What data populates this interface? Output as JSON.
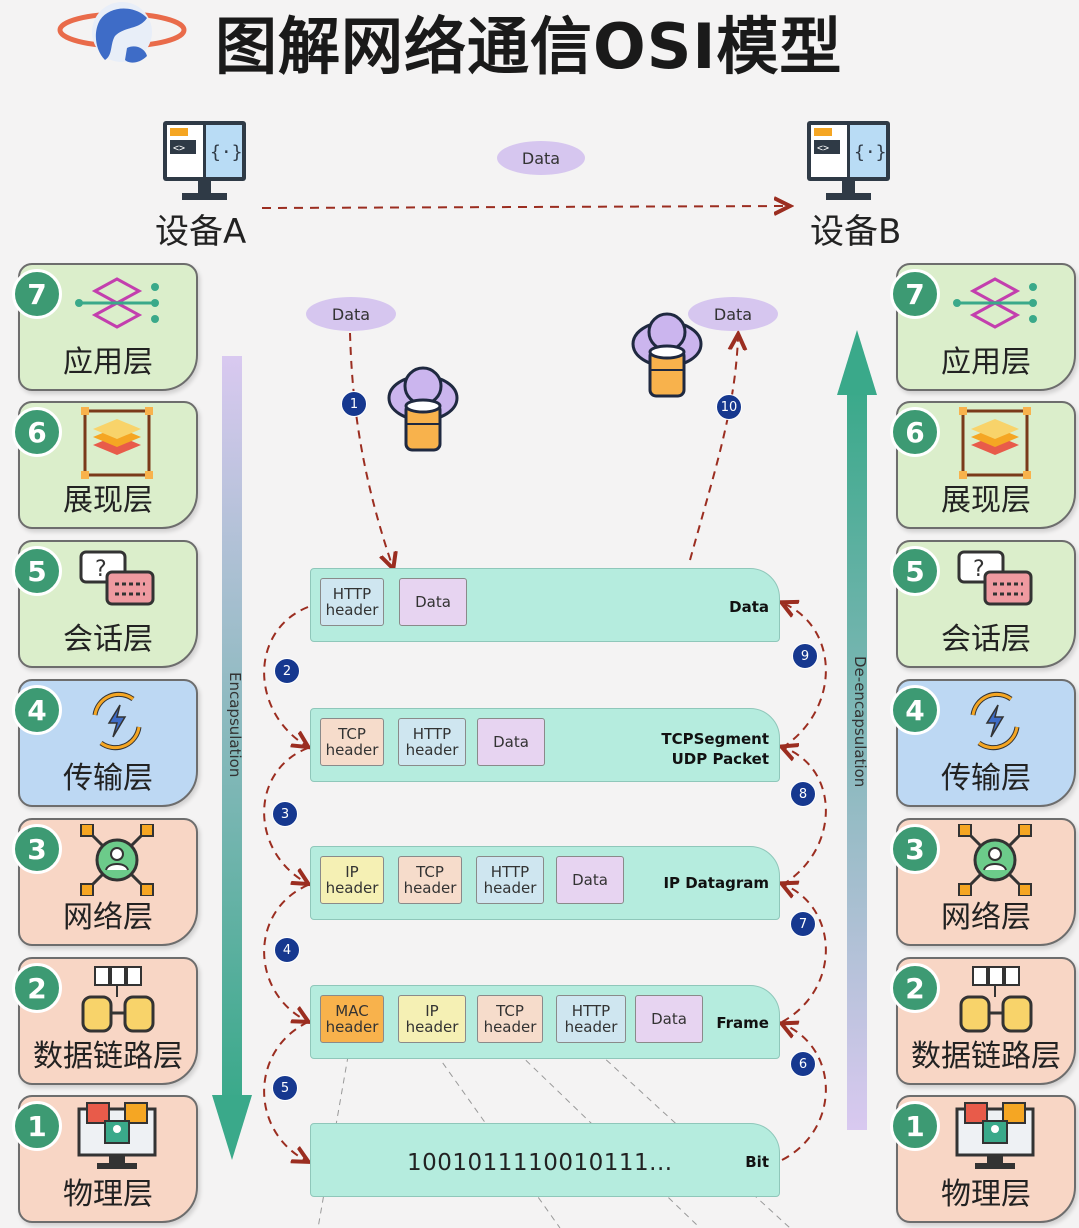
{
  "title": "图解网络通信OSI模型",
  "devices": {
    "a": "设备A",
    "b": "设备B"
  },
  "data_pill": "Data",
  "layers": [
    {
      "num": "7",
      "name": "应用层",
      "icon": "network-nodes-icon"
    },
    {
      "num": "6",
      "name": "展现层",
      "icon": "layers-stack-icon"
    },
    {
      "num": "5",
      "name": "会话层",
      "icon": "chat-bubbles-icon"
    },
    {
      "num": "4",
      "name": "传输层",
      "icon": "transfer-cycle-icon"
    },
    {
      "num": "3",
      "name": "网络层",
      "icon": "user-network-icon"
    },
    {
      "num": "2",
      "name": "数据链路层",
      "icon": "database-link-icon"
    },
    {
      "num": "1",
      "name": "物理层",
      "icon": "monitor-users-icon"
    }
  ],
  "arrows": {
    "left": "Encapsulation",
    "right": "De-encapsulation"
  },
  "steps": [
    "1",
    "2",
    "3",
    "4",
    "5",
    "6",
    "7",
    "8",
    "9",
    "10"
  ],
  "pdus": {
    "data": {
      "name": "Data",
      "boxes": {
        "http": "HTTP header",
        "data": "Data"
      }
    },
    "segment": {
      "name1": "TCPSegment",
      "name2": "UDP Packet",
      "boxes": {
        "tcp": "TCP header",
        "http": "HTTP header",
        "data": "Data"
      }
    },
    "datagram": {
      "name": "IP Datagram",
      "boxes": {
        "ip": "IP header",
        "tcp": "TCP header",
        "http": "HTTP header",
        "data": "Data"
      }
    },
    "frame": {
      "name": "Frame",
      "boxes": {
        "mac": "MAC header",
        "ip": "IP header",
        "tcp": "TCP header",
        "http": "HTTP header",
        "data": "Data"
      }
    },
    "bit": {
      "name": "Bit",
      "bits": "1001011110010111..."
    }
  },
  "colors": {
    "layer_green": "#dbeecb",
    "layer_blue": "#bdd8f3",
    "layer_peach": "#f8d6c5",
    "pdu_teal": "#b5ecde",
    "step_navy": "#16388f",
    "dashed_arrow": "#9b2d20"
  }
}
